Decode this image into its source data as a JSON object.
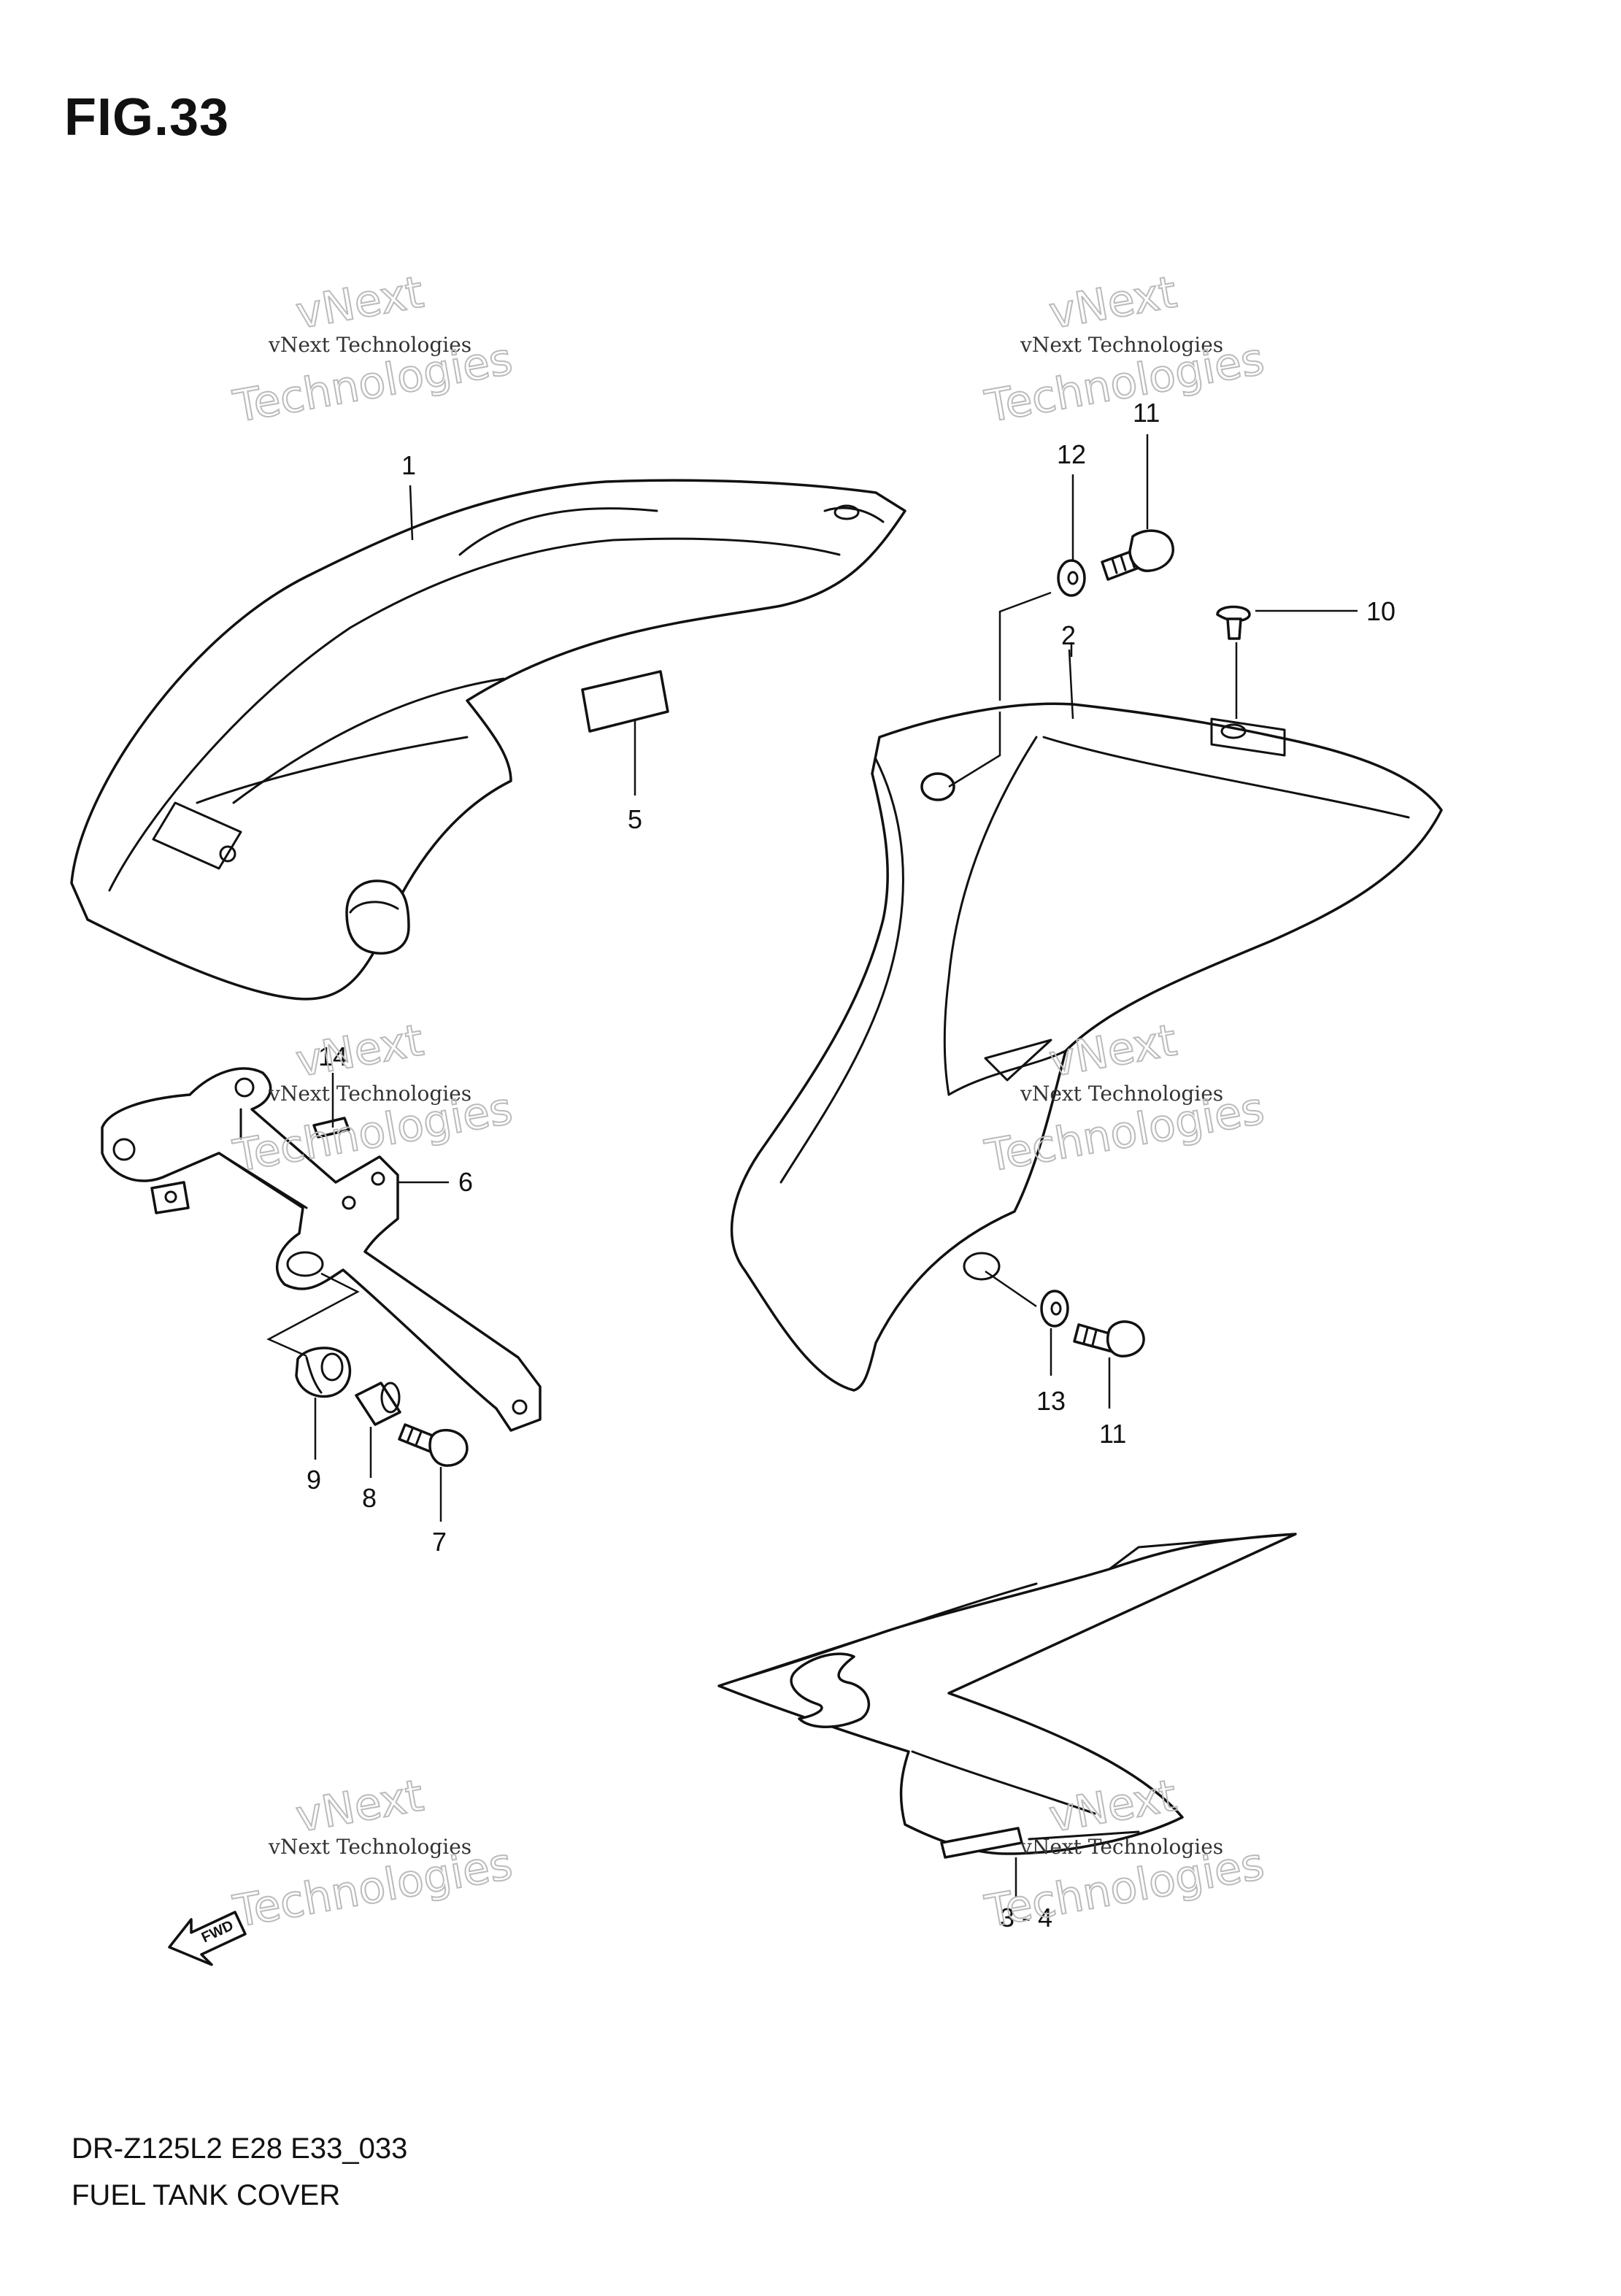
{
  "figure": {
    "title": "FIG.33"
  },
  "footer": {
    "model_code": "DR-Z125L2 E28 E33_033",
    "section_name": "FUEL TANK COVER"
  },
  "watermark": {
    "line1": "vNext Technologies",
    "line2": "Technologies",
    "line3": "vNext"
  },
  "fwd_arrow": {
    "label": "FWD"
  },
  "callouts": {
    "c1": "1",
    "c2": "2",
    "c34": "3 - 4",
    "c5": "5",
    "c6": "6",
    "c7": "7",
    "c8": "8",
    "c9": "9",
    "c10": "10",
    "c11a": "11",
    "c11b": "11",
    "c12": "12",
    "c13": "13",
    "c14": "14"
  }
}
